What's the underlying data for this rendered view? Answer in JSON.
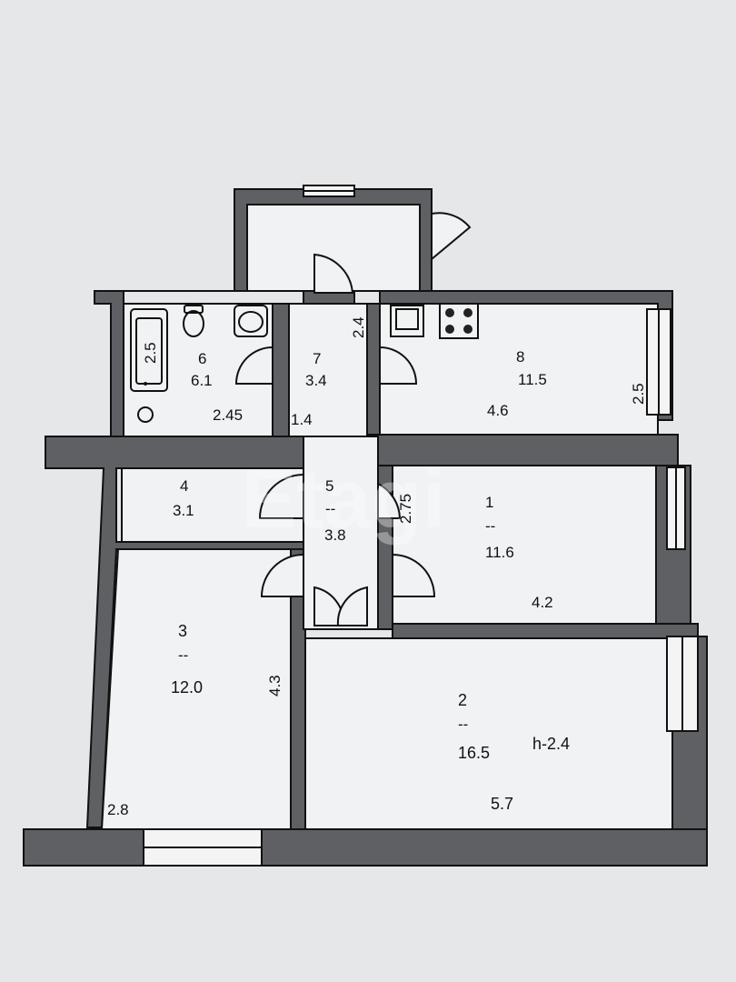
{
  "watermark": "Etagi",
  "height_note": "h-2.4",
  "rooms": [
    {
      "id": "room-1",
      "number": "1",
      "dash": "--",
      "area": "11.6",
      "dim": "4.2",
      "side_dim": "2.75"
    },
    {
      "id": "room-2",
      "number": "2",
      "dash": "--",
      "area": "16.5",
      "dim": "5.7"
    },
    {
      "id": "room-3",
      "number": "3",
      "dash": "--",
      "area": "12.0",
      "dim": "2.8",
      "side_dim": "4.3"
    },
    {
      "id": "room-4",
      "number": "4",
      "area": "3.1"
    },
    {
      "id": "room-5",
      "number": "5",
      "dash": "--",
      "area": "3.8"
    },
    {
      "id": "room-6",
      "number": "6",
      "area": "6.1",
      "dim": "2.45",
      "bath_dim": "2.5"
    },
    {
      "id": "room-7",
      "number": "7",
      "area": "3.4",
      "dim": "1.4",
      "side_dim": "2.4"
    },
    {
      "id": "room-8",
      "number": "8",
      "area": "11.5",
      "dim": "4.6",
      "side_dim": "2.5"
    }
  ]
}
